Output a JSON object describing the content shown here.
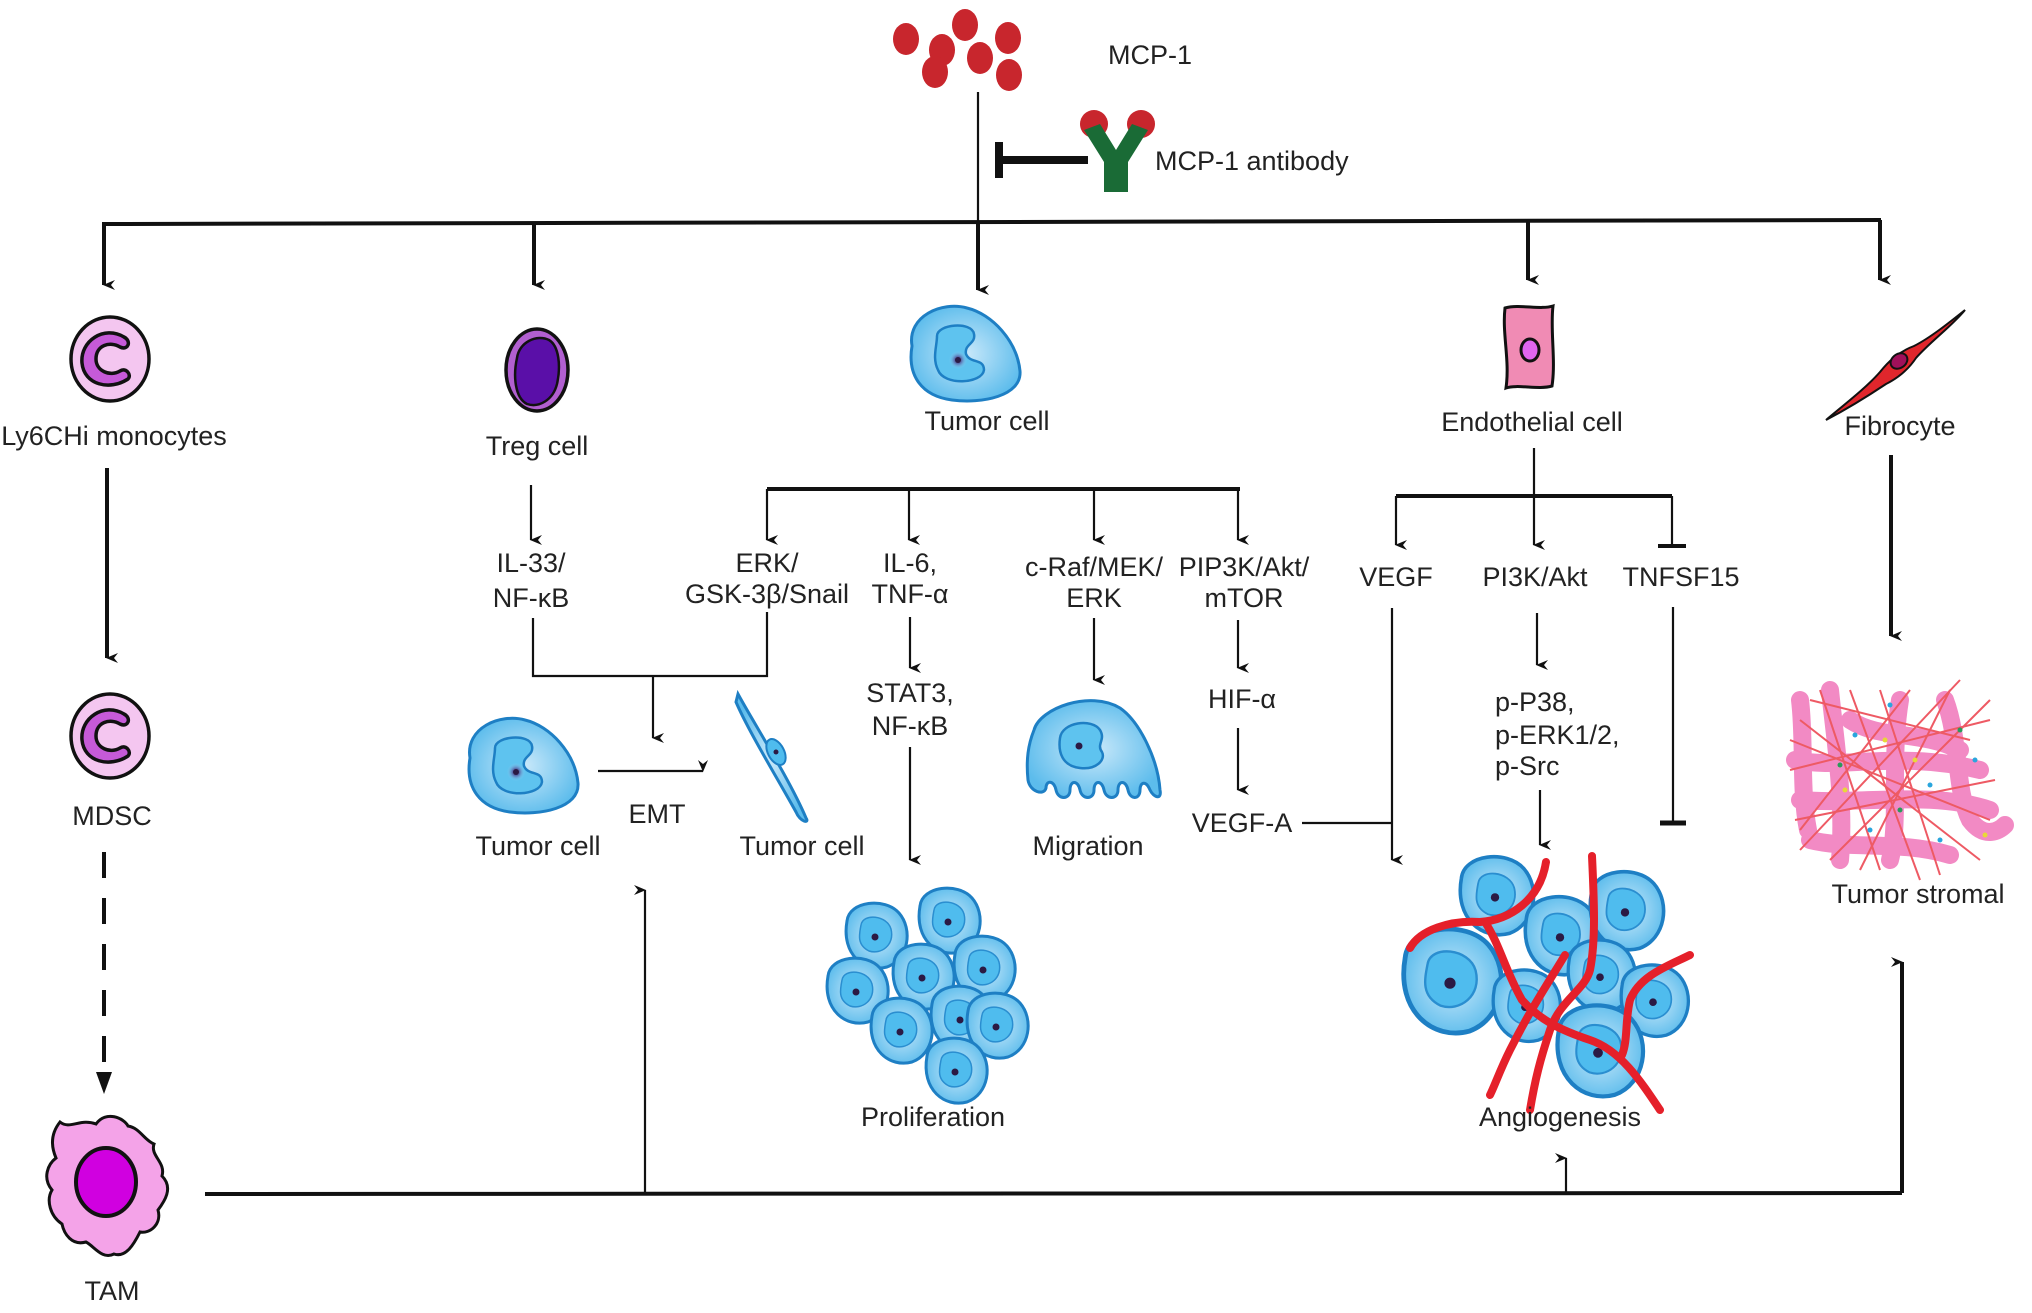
{
  "top": {
    "ligand_label": "MCP-1",
    "antibody_label": "MCP-1 antibody",
    "ligand_color": "#c8262d",
    "antibody_color": "#1a6b36"
  },
  "cells": {
    "monocyte": "Ly6CHi monocytes",
    "treg": "Treg cell",
    "tumor": "Tumor cell",
    "endothelial": "Endothelial cell",
    "fibrocyte": "Fibrocyte",
    "mdsc": "MDSC",
    "tam": "TAM"
  },
  "treg_branch": {
    "pathway_line1": "IL-33/",
    "pathway_line2": "NF-κB"
  },
  "tumor_branch": {
    "p1_line1": "ERK/",
    "p1_line2": "GSK-3β/Snail",
    "p2_line1": "IL-6,",
    "p2_line2": "TNF-α",
    "p3_line1": "c-Raf/MEK/",
    "p3_line2": "ERK",
    "p4_line1": "PIP3K/Akt/",
    "p4_line2": "mTOR",
    "stat_line1": "STAT3,",
    "stat_line2": "NF-κB",
    "hif": "HIF-α",
    "vegfa": "VEGF-A"
  },
  "emt": {
    "from_label": "Tumor cell",
    "to_label": "Tumor cell",
    "process": "EMT"
  },
  "endothelial_branch": {
    "vegf": "VEGF",
    "pi3k": "PI3K/Akt",
    "tnfsf": "TNFSF15",
    "downstream_line1": "p-P38,",
    "downstream_line2": "p-ERK1/2,",
    "downstream_line3": "p-Src"
  },
  "outcomes": {
    "migration": "Migration",
    "proliferation": "Proliferation",
    "angiogenesis": "Angiogenesis",
    "stromal": "Tumor stromal"
  },
  "colors": {
    "tumor_fill": "#6cc4ee",
    "tumor_stroke": "#1e7fc4",
    "monocyte_fill": "#f4c6f0",
    "monocyte_nucleus": "#c65ad8",
    "treg_fill": "#b15fd0",
    "treg_nucleus": "#5a0fa8",
    "endothelial_fill": "#f08bb4",
    "fibrocyte_fill": "#e0262c",
    "tam_fill": "#f4a3e8",
    "tam_nucleus": "#d000e0",
    "vessel": "#e5202a",
    "stroma_pink": "#f28ac4",
    "stroma_fiber": "#ee5a64"
  }
}
